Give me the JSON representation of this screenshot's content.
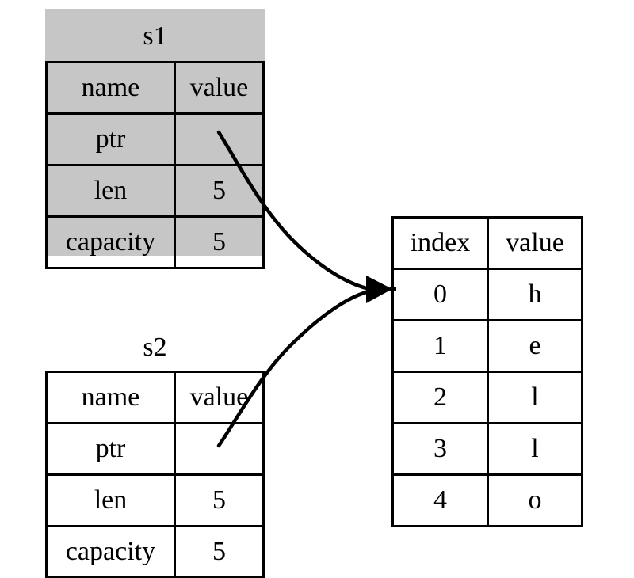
{
  "diagram": {
    "title_s1": "s1",
    "title_s2": "s2",
    "struct_columns": [
      "name",
      "value"
    ],
    "array_columns": [
      "index",
      "value"
    ],
    "colors": {
      "highlight_fill": "#c6c6c6",
      "stroke": "#000000",
      "background": "#ffffff"
    },
    "s1": {
      "label": "s1",
      "highlighted": true,
      "header": {
        "name": "name",
        "value": "value"
      },
      "rows": [
        {
          "name": "ptr",
          "value": ""
        },
        {
          "name": "len",
          "value": "5"
        },
        {
          "name": "capacity",
          "value": "5"
        }
      ]
    },
    "s2": {
      "label": "s2",
      "highlighted": false,
      "header": {
        "name": "name",
        "value": "value"
      },
      "rows": [
        {
          "name": "ptr",
          "value": ""
        },
        {
          "name": "len",
          "value": "5"
        },
        {
          "name": "capacity",
          "value": "5"
        }
      ]
    },
    "array": {
      "header": {
        "index": "index",
        "value": "value"
      },
      "rows": [
        {
          "index": "0",
          "value": "h"
        },
        {
          "index": "1",
          "value": "e"
        },
        {
          "index": "2",
          "value": "l"
        },
        {
          "index": "3",
          "value": "l"
        },
        {
          "index": "4",
          "value": "o"
        }
      ]
    },
    "arrows": [
      {
        "from": "s1.ptr",
        "to": "array.row.0",
        "style": "curved-solid-arrowhead"
      },
      {
        "from": "s2.ptr",
        "to": "array.row.0",
        "style": "curved-solid-arrowhead"
      }
    ]
  }
}
